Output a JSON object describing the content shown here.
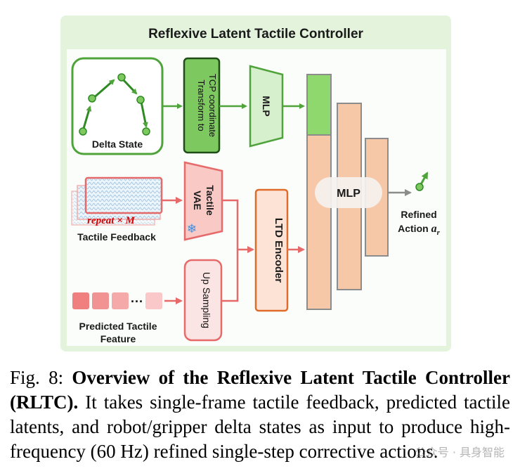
{
  "diagram": {
    "title": "Reflexive Latent Tactile Controller",
    "delta_state_label": "Delta State",
    "transform_label_line1": "Transform to",
    "transform_label_line2": "TCP coordinate",
    "mlp_small_label": "MLP",
    "tactile_vae_line1": "Tactile",
    "tactile_vae_line2": "VAE",
    "repeat_label": "repeat × M",
    "tactile_feedback_label": "Tactile Feedback",
    "up_sampling_label": "Up Sampling",
    "dots_label": "···",
    "predicted_feature_line1": "Predicted Tactile",
    "predicted_feature_line2": "Feature",
    "ltd_encoder_label": "LTD Encoder",
    "mlp_large_label": "MLP",
    "refined_line1": "Refined",
    "refined_line2": "Action",
    "action_symbol": "a",
    "action_subscript": "r",
    "snowflake_icon": "❄",
    "colors": {
      "outer_bg": "#e3f3dc",
      "inner_bg": "#fafdf9",
      "green_stroke": "#4ea33a",
      "green_dark": "#2a5e20",
      "green_fill": "#d6efcc",
      "green_mid": "#89d06a",
      "pink_stroke": "#e66a6a",
      "pink_fill": "#f9c9c6",
      "orange_stroke": "#e06c2c",
      "orange_fill": "#fde3d6",
      "peach_fill": "#f6c8a8",
      "gray_stroke": "#8c8c8c",
      "red_text": "#d80000"
    }
  },
  "caption": {
    "fig_label": "Fig. 8:",
    "bold_part": "Overview of the Reflexive Latent Tactile Controller (RLTC).",
    "rest": "It takes single-frame tactile feedback, predicted tactile latents, and robot/gripper delta states as input to produce high-frequency (60 Hz) refined single-step corrective actions."
  },
  "watermark": "公众号 · 具身智能"
}
